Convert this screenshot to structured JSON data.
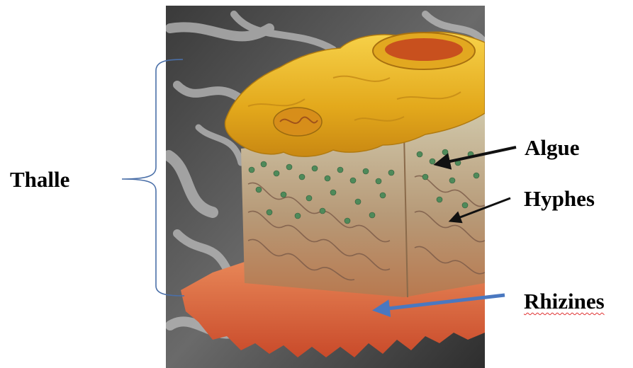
{
  "labels": {
    "thalle": "Thalle",
    "algue": "Algue",
    "hyphes": "Hyphes",
    "rhizines": "Rhizines"
  },
  "colors": {
    "bracket": "#4a6fa8",
    "arrow_black": "#111111",
    "arrow_blue": "#4a78c0",
    "cortex_yellow": "#e8b422",
    "algae_green": "#4f8a5a",
    "rhizine_orange": "#d8603a",
    "background_grey": "#5a5a5a"
  }
}
